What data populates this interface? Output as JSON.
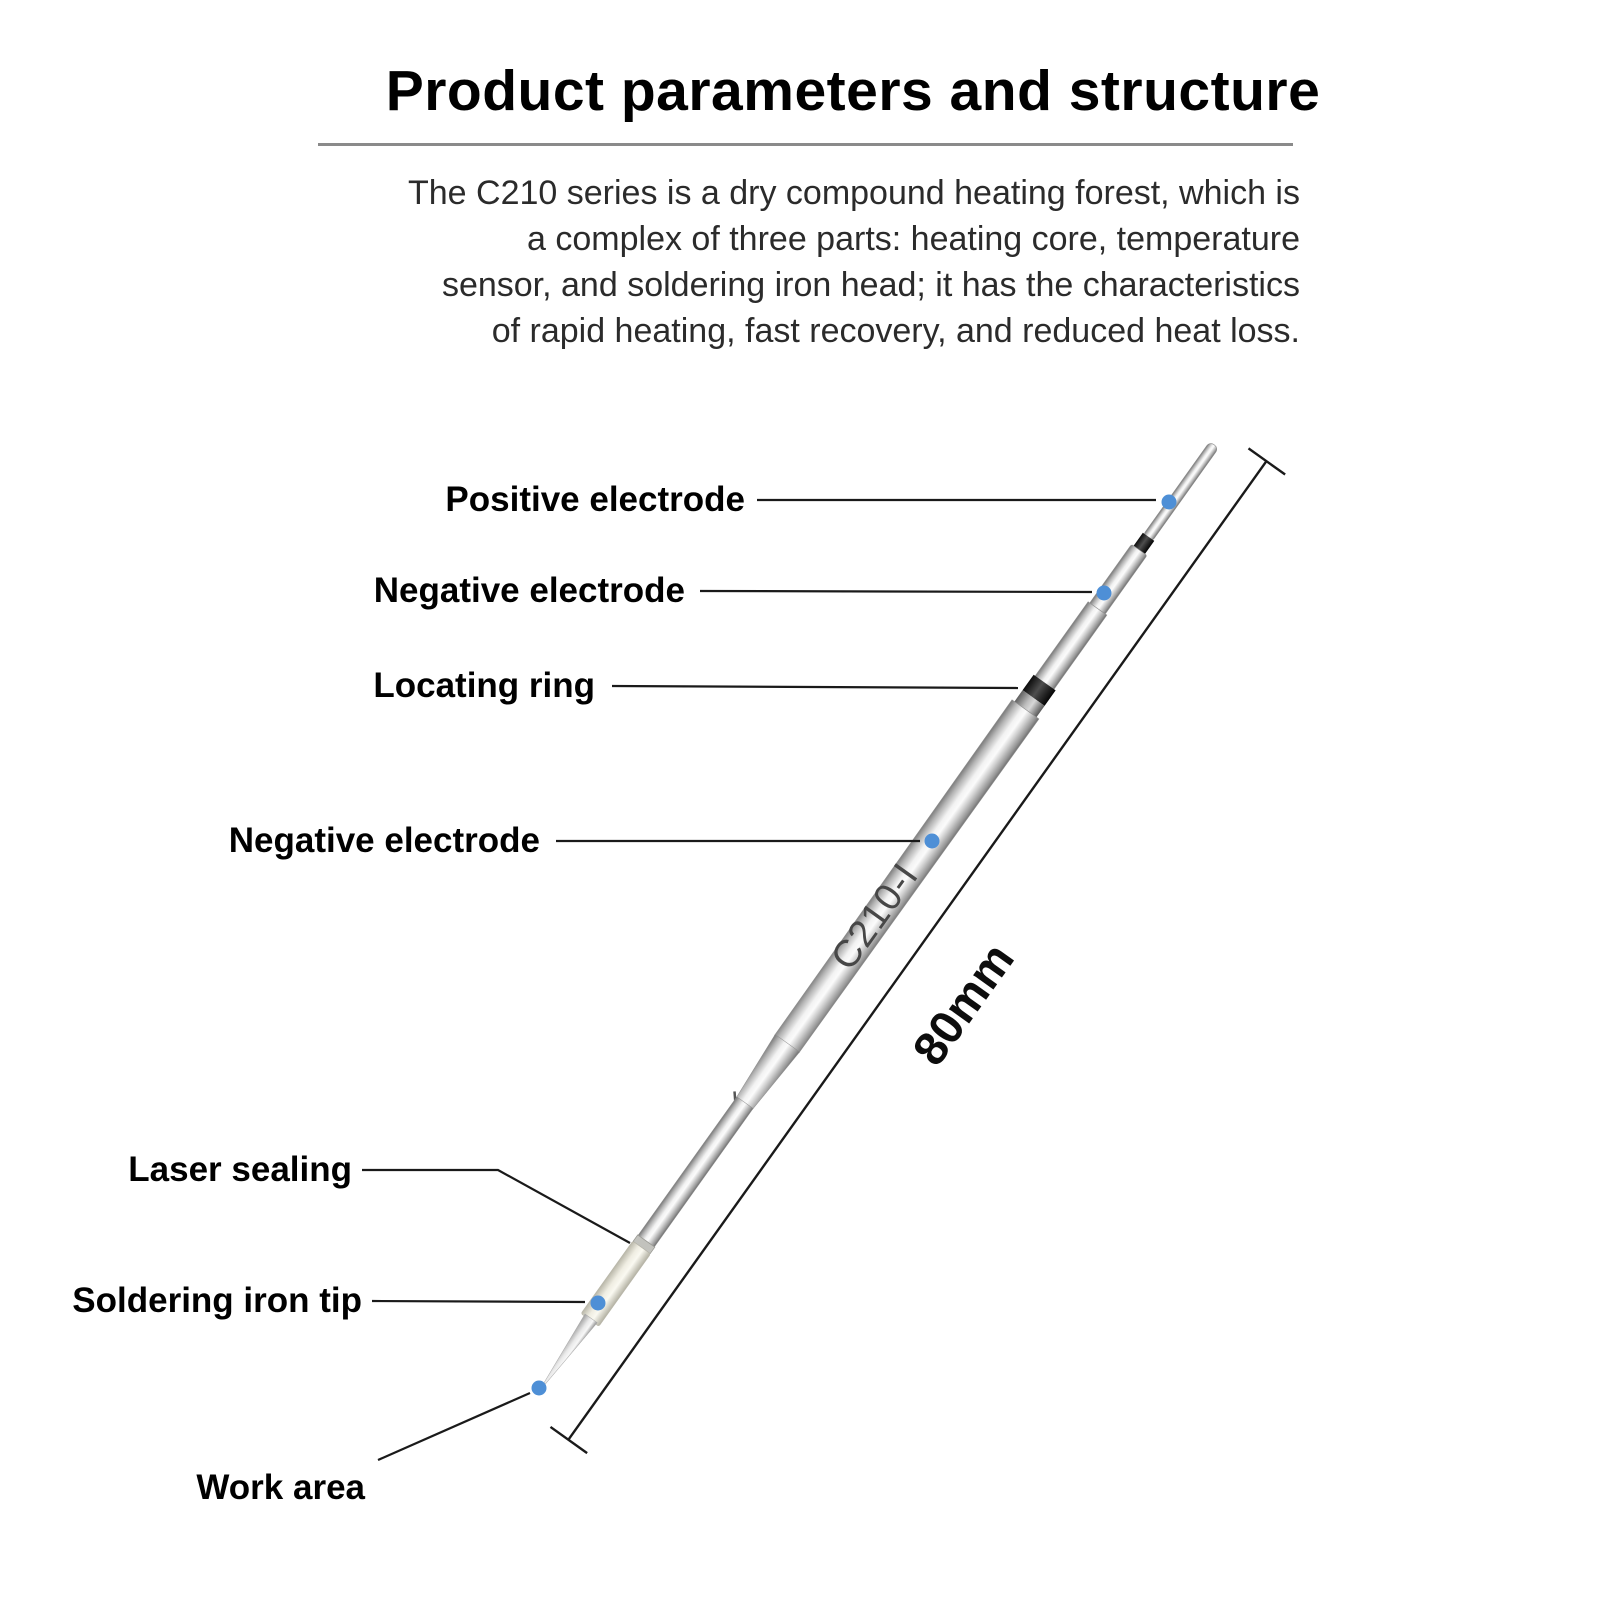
{
  "page": {
    "title": "Product parameters and structure",
    "description_lines": [
      "The C210 series is a dry compound heating forest, which is",
      "a complex of three parts: heating core, temperature",
      "sensor, and soldering iron head; it has the characteristics",
      "of rapid heating, fast recovery, and reduced heat loss."
    ]
  },
  "labels": [
    {
      "id": "positive-electrode",
      "text": "Positive electrode"
    },
    {
      "id": "negative-electrode-upper",
      "text": "Negative electrode"
    },
    {
      "id": "locating-ring",
      "text": "Locating ring"
    },
    {
      "id": "negative-electrode-lower",
      "text": "Negative electrode"
    },
    {
      "id": "laser-sealing",
      "text": "Laser sealing"
    },
    {
      "id": "soldering-iron-tip",
      "text": "Soldering iron tip"
    },
    {
      "id": "work-area",
      "text": "Work area"
    }
  ],
  "iron": {
    "model": "C210-I",
    "length_label": "80mm"
  },
  "colors": {
    "marker_blue": "#4e8fd6",
    "line_black": "#1a1a1a"
  }
}
